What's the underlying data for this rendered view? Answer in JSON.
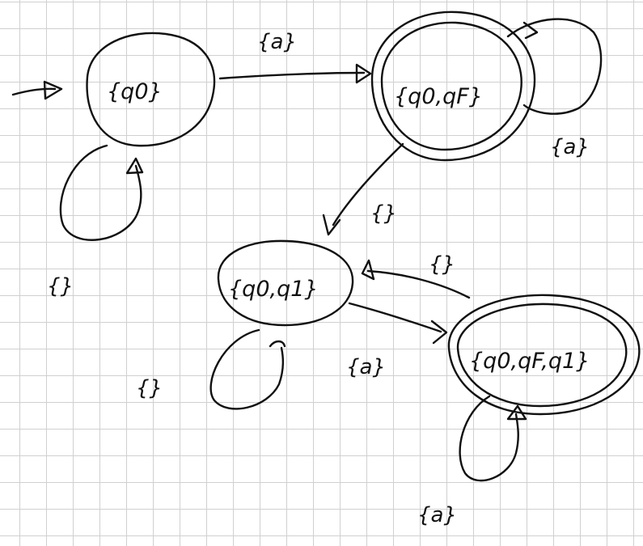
{
  "states": [
    {
      "id": "s0",
      "label": "{q0}",
      "start": true,
      "accepting": false
    },
    {
      "id": "s1",
      "label": "{q0,qF}",
      "start": false,
      "accepting": true
    },
    {
      "id": "s2",
      "label": "{q0,q1}",
      "start": false,
      "accepting": false
    },
    {
      "id": "s3",
      "label": "{q0,qF,q1}",
      "start": false,
      "accepting": true
    }
  ],
  "transitions": [
    {
      "id": "t0",
      "from": "s0",
      "to": "s1",
      "label": "{a}"
    },
    {
      "id": "t1",
      "from": "s0",
      "to": "s0",
      "label": "{}"
    },
    {
      "id": "t2",
      "from": "s1",
      "to": "s1",
      "label": "{a}"
    },
    {
      "id": "t3",
      "from": "s1",
      "to": "s2",
      "label": "{}"
    },
    {
      "id": "t4",
      "from": "s2",
      "to": "s2",
      "label": "{}"
    },
    {
      "id": "t5",
      "from": "s2",
      "to": "s3",
      "label": "{a}"
    },
    {
      "id": "t6",
      "from": "s3",
      "to": "s2",
      "label": "{}"
    },
    {
      "id": "t7",
      "from": "s3",
      "to": "s3",
      "label": "{a}"
    }
  ]
}
